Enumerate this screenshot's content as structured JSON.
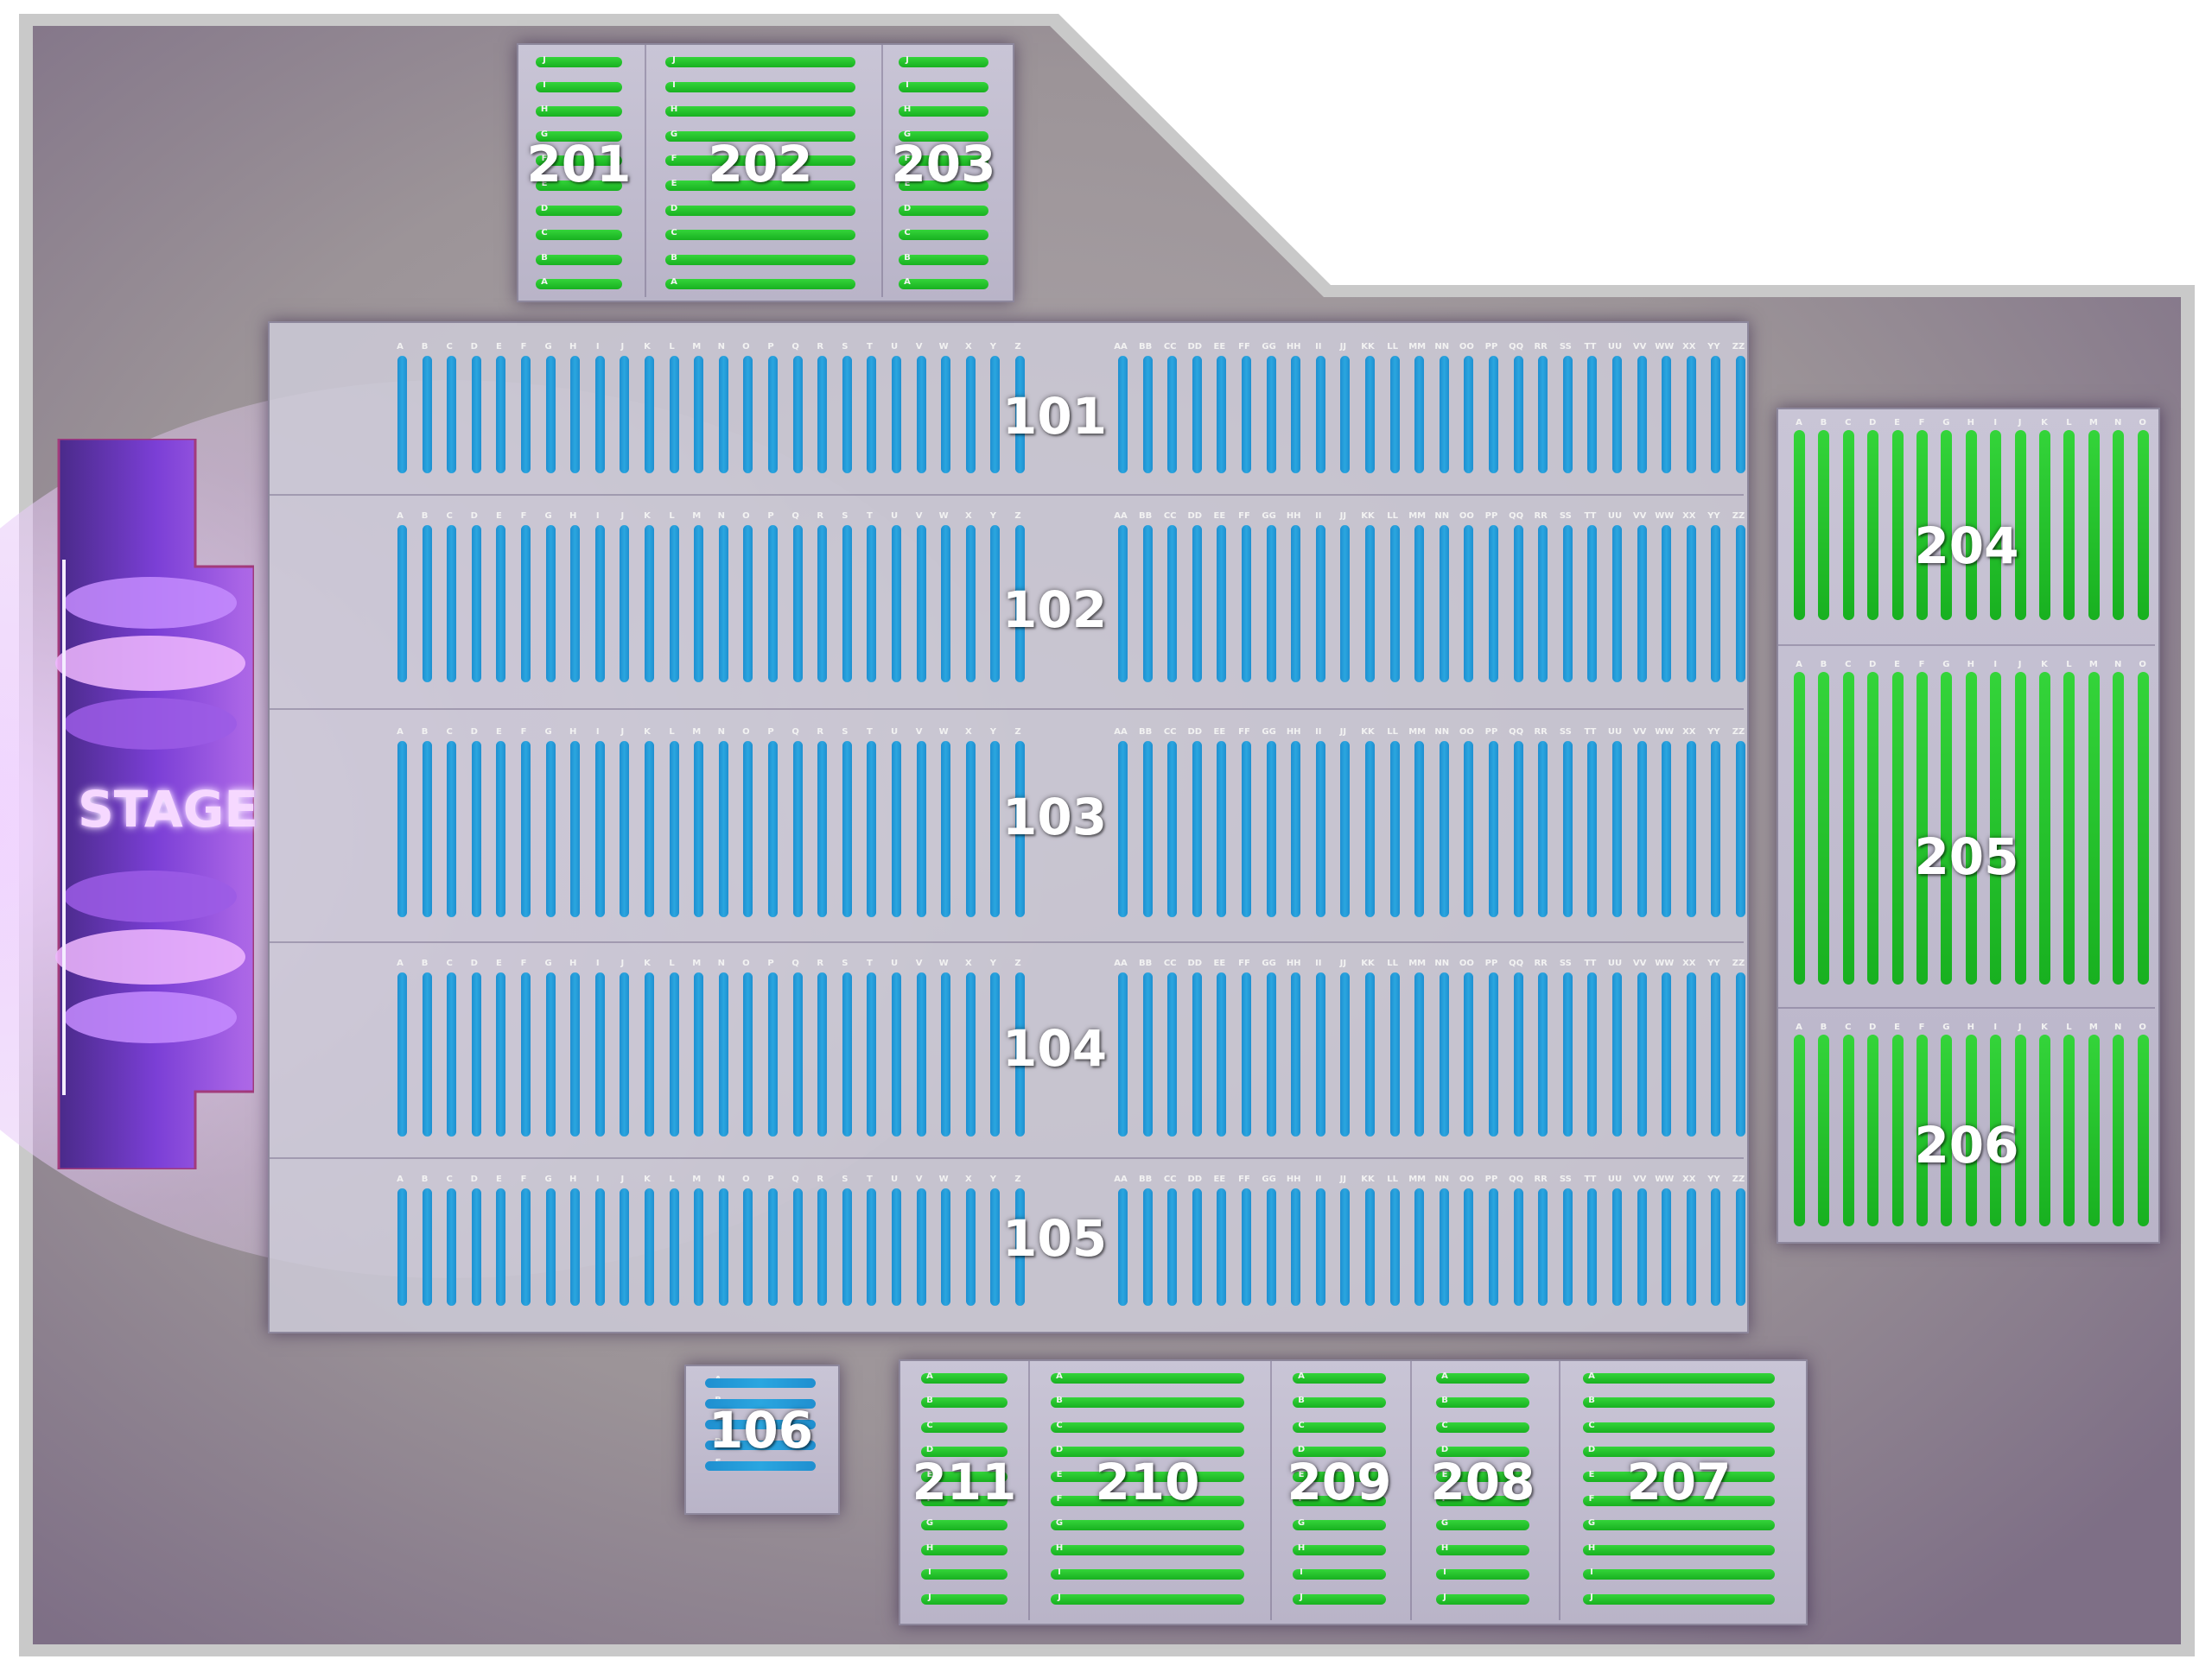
{
  "stage": {
    "label": "STAGE"
  },
  "floor_sections": [
    {
      "id": "101",
      "label": "101"
    },
    {
      "id": "102",
      "label": "102"
    },
    {
      "id": "103",
      "label": "103"
    },
    {
      "id": "104",
      "label": "104"
    },
    {
      "id": "105",
      "label": "105"
    }
  ],
  "floor_rows_left": [
    "A",
    "B",
    "C",
    "D",
    "E",
    "F",
    "G",
    "H",
    "I",
    "J",
    "K",
    "L",
    "M",
    "N",
    "O",
    "P",
    "Q",
    "R",
    "S",
    "T",
    "U",
    "V",
    "W",
    "X",
    "Y",
    "Z"
  ],
  "floor_rows_right": [
    "AA",
    "BB",
    "CC",
    "DD",
    "EE",
    "FF",
    "GG",
    "HH",
    "II",
    "JJ",
    "KK",
    "LL",
    "MM",
    "NN",
    "OO",
    "PP",
    "QQ",
    "RR",
    "SS",
    "TT",
    "UU",
    "VV",
    "WW",
    "XX",
    "YY",
    "ZZ"
  ],
  "section_106": {
    "label": "106",
    "rows": [
      "A",
      "B",
      "C",
      "D",
      "E"
    ]
  },
  "upper_top": [
    {
      "id": "201",
      "label": "201",
      "rows": [
        "J",
        "I",
        "H",
        "G",
        "F",
        "E",
        "D",
        "C",
        "B",
        "A"
      ]
    },
    {
      "id": "202",
      "label": "202",
      "rows": [
        "J",
        "I",
        "H",
        "G",
        "F",
        "E",
        "D",
        "C",
        "B",
        "A"
      ]
    },
    {
      "id": "203",
      "label": "203",
      "rows": [
        "J",
        "I",
        "H",
        "G",
        "F",
        "E",
        "D",
        "C",
        "B",
        "A"
      ]
    }
  ],
  "upper_right": [
    {
      "id": "204",
      "label": "204"
    },
    {
      "id": "205",
      "label": "205"
    },
    {
      "id": "206",
      "label": "206"
    }
  ],
  "right_rows": [
    "A",
    "B",
    "C",
    "D",
    "E",
    "F",
    "G",
    "H",
    "I",
    "J",
    "K",
    "L",
    "M",
    "N",
    "O"
  ],
  "upper_bottom": [
    {
      "id": "211",
      "label": "211"
    },
    {
      "id": "210",
      "label": "210"
    },
    {
      "id": "209",
      "label": "209"
    },
    {
      "id": "208",
      "label": "208"
    },
    {
      "id": "207",
      "label": "207"
    }
  ],
  "bottom_rows": [
    "A",
    "B",
    "C",
    "D",
    "E",
    "F",
    "G",
    "H",
    "I",
    "J"
  ],
  "colors": {
    "floor_seats": "#2aa6e0",
    "upper_seats": "#2ccc30",
    "stage": "#7b3fd6",
    "venue_floor": "#9a9396"
  }
}
